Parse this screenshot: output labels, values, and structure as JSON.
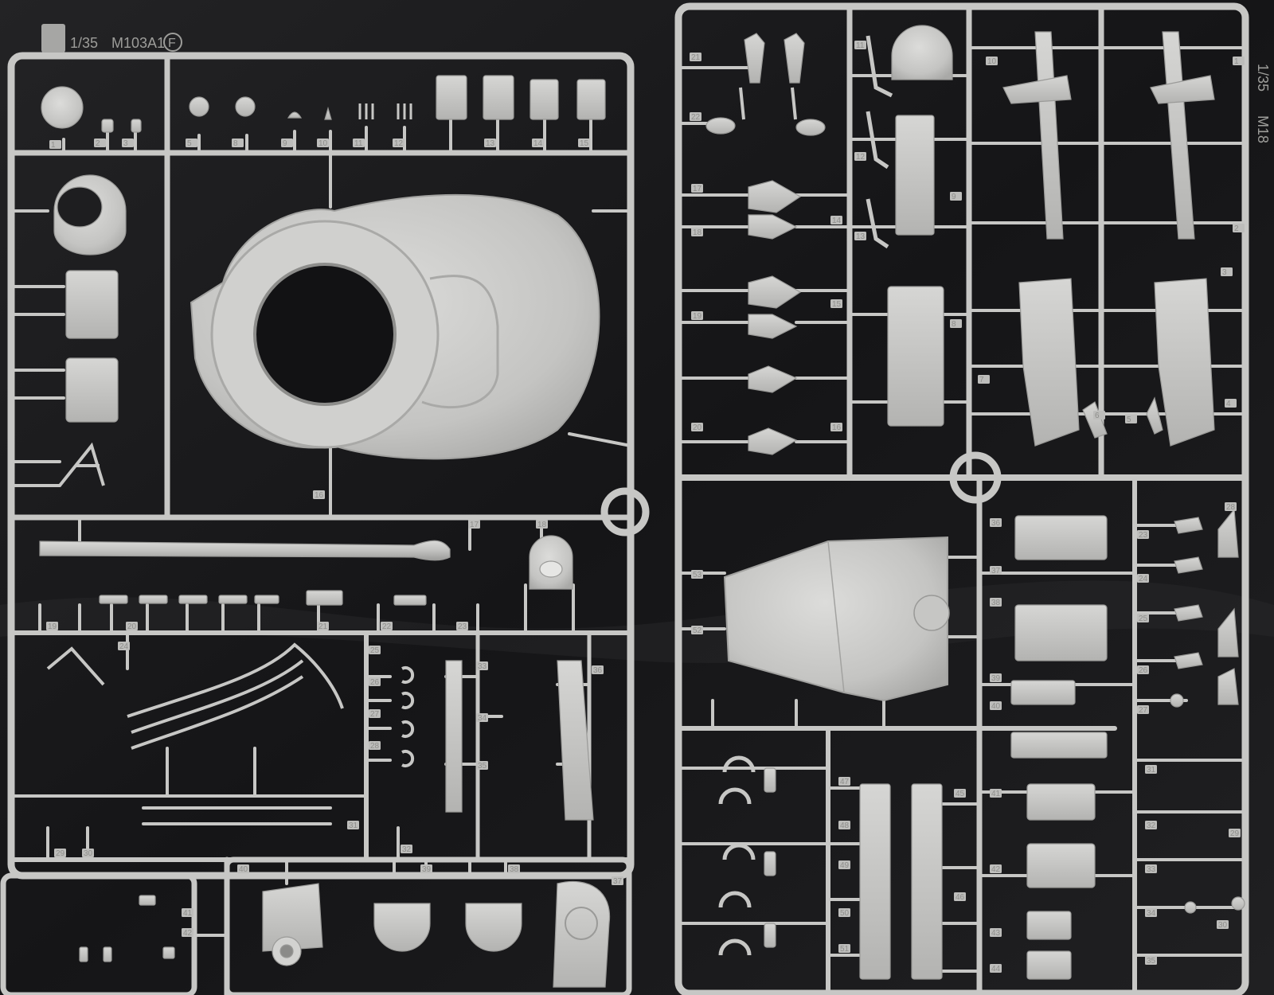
{
  "photo": {
    "subject": "plastic model kit sprue",
    "background_color": "#1b1b1d",
    "plastic_color": "#c9c9c7",
    "plastic_shadow": "#9a9a98",
    "plastic_highlight": "#e2e2e0"
  },
  "left_sprue": {
    "scale_label": "1/35",
    "model_label": "M103A1",
    "sprue_letter": "F",
    "part_numbers": [
      "1",
      "2",
      "3",
      "5",
      "8",
      "9",
      "10",
      "11",
      "12",
      "13",
      "14",
      "15",
      "16",
      "17",
      "18",
      "19",
      "20",
      "21",
      "22",
      "23",
      "24",
      "25",
      "26",
      "27",
      "28",
      "29",
      "30",
      "31",
      "32",
      "33",
      "34",
      "35",
      "36",
      "37",
      "38",
      "39",
      "40",
      "41",
      "42"
    ]
  },
  "right_sprue": {
    "scale_label": "1/35",
    "model_label": "M18",
    "part_numbers": [
      "1",
      "2",
      "3",
      "4",
      "5",
      "6",
      "7",
      "8",
      "9",
      "10",
      "11",
      "12",
      "13",
      "14",
      "15",
      "16",
      "17",
      "18",
      "19",
      "20",
      "21",
      "22",
      "23",
      "24",
      "25",
      "26",
      "27",
      "28",
      "29",
      "30",
      "31",
      "32",
      "33",
      "34",
      "35",
      "36",
      "37",
      "38",
      "39",
      "40",
      "41",
      "42",
      "43",
      "44",
      "45",
      "46",
      "47",
      "48",
      "49",
      "50",
      "51",
      "52",
      "53"
    ]
  }
}
